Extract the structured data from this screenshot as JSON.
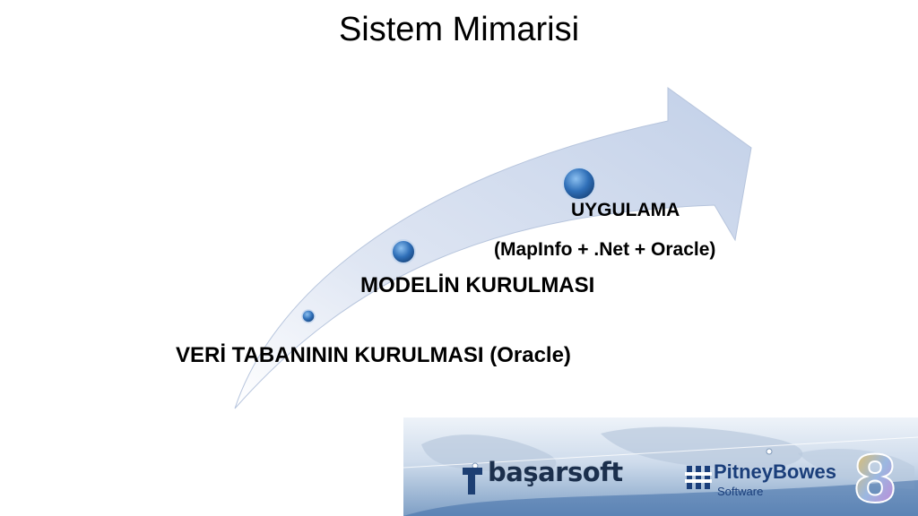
{
  "slide": {
    "title": "Sistem Mimarisi",
    "steps": [
      {
        "label": "VERİ TABANININ KURULMASI (Oracle)"
      },
      {
        "label": "MODELİN KURULMASI"
      },
      {
        "label": "UYGULAMA",
        "detail": "(MapInfo + .Net + Oracle)"
      }
    ]
  },
  "footer": {
    "logo_left": "başarsoft",
    "logo_right_name": "PitneyBowes",
    "logo_right_sub": "Software",
    "version_glyph": "8"
  },
  "colors": {
    "arrow_fill": "#c9d5ea",
    "bullet": "#2f6fb8",
    "text": "#000000"
  }
}
